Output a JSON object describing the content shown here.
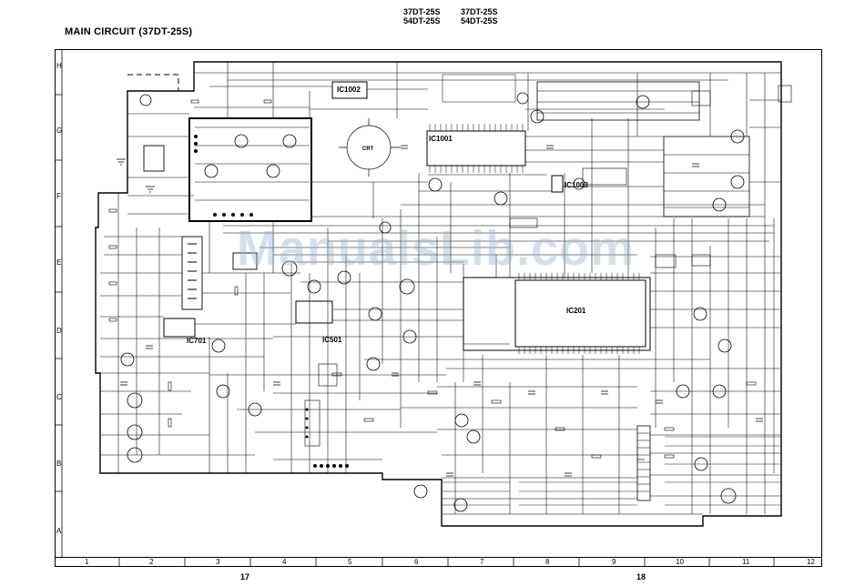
{
  "header": {
    "left_models": [
      "37DT-25S",
      "54DT-25S"
    ],
    "right_models": [
      "37DT-25S",
      "54DT-25S"
    ]
  },
  "title": "MAIN CIRCUIT (37DT-25S)",
  "columns": [
    "1",
    "2",
    "3",
    "4",
    "5",
    "6",
    "7",
    "8",
    "9",
    "10",
    "11",
    "12"
  ],
  "rows": [
    "H",
    "G",
    "F",
    "E",
    "D",
    "C",
    "B",
    "A"
  ],
  "pages": {
    "left": "17",
    "right": "18"
  },
  "ic_labels": {
    "ic1002": "IC1002",
    "ic1001": "IC1001",
    "ic1003": "IC1003",
    "ic201": "IC201",
    "ic501": "IC501",
    "ic701": "IC701",
    "crt": "CRT"
  },
  "watermark": "ManualsLib.com"
}
